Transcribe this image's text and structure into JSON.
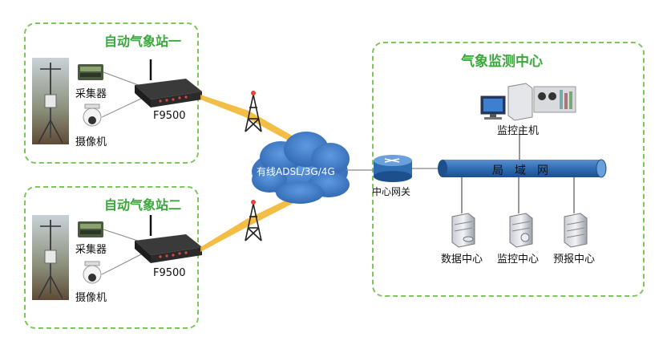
{
  "station1": {
    "title": "自动气象站一",
    "collector": "采集器",
    "camera": "摄像机",
    "router": "F9500"
  },
  "station2": {
    "title": "自动气象站二",
    "collector": "采集器",
    "camera": "摄像机",
    "router": "F9500"
  },
  "network": {
    "cloud": "有线ADSL/3G/4G",
    "gateway": "中心网关"
  },
  "center": {
    "title": "气象监测中心",
    "host": "监控主机",
    "lan": "局　域　网",
    "servers": [
      "数据中心",
      "监控中心",
      "预报中心"
    ]
  },
  "colors": {
    "green": "#3aa83a",
    "lan": "#2f6db3",
    "signal": "#f2b632"
  }
}
